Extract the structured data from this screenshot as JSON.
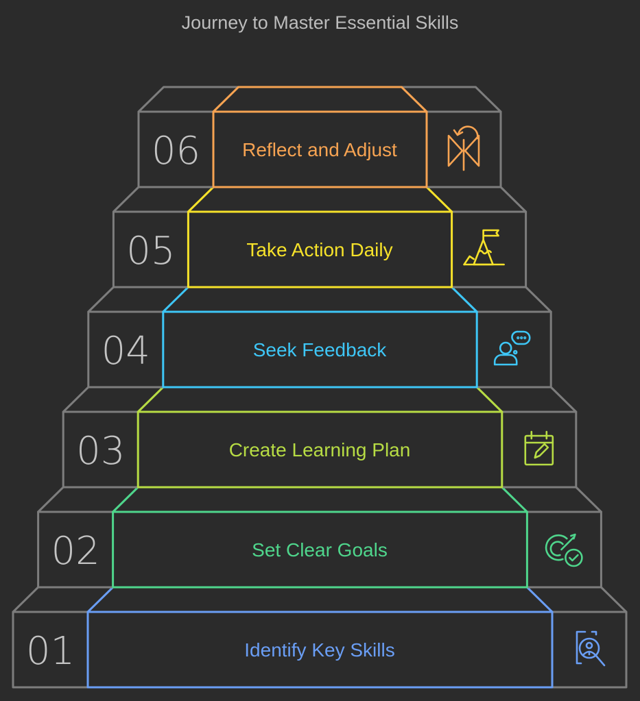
{
  "title": "Journey to Master Essential Skills",
  "steps": [
    {
      "number": "01",
      "label": "Identify Key Skills",
      "color": "#6a9ef5",
      "icon": "search-person-icon"
    },
    {
      "number": "02",
      "label": "Set Clear Goals",
      "color": "#4fd68c",
      "icon": "target-check-icon"
    },
    {
      "number": "03",
      "label": "Create Learning Plan",
      "color": "#b7dc44",
      "icon": "calendar-edit-icon"
    },
    {
      "number": "04",
      "label": "Seek Feedback",
      "color": "#3ec6f6",
      "icon": "person-thought-icon"
    },
    {
      "number": "05",
      "label": "Take Action Daily",
      "color": "#f6e22a",
      "icon": "mountain-flag-icon"
    },
    {
      "number": "06",
      "label": "Reflect and Adjust",
      "color": "#f6a352",
      "icon": "reflect-icon"
    }
  ],
  "frame_color": "#7d7d7d"
}
